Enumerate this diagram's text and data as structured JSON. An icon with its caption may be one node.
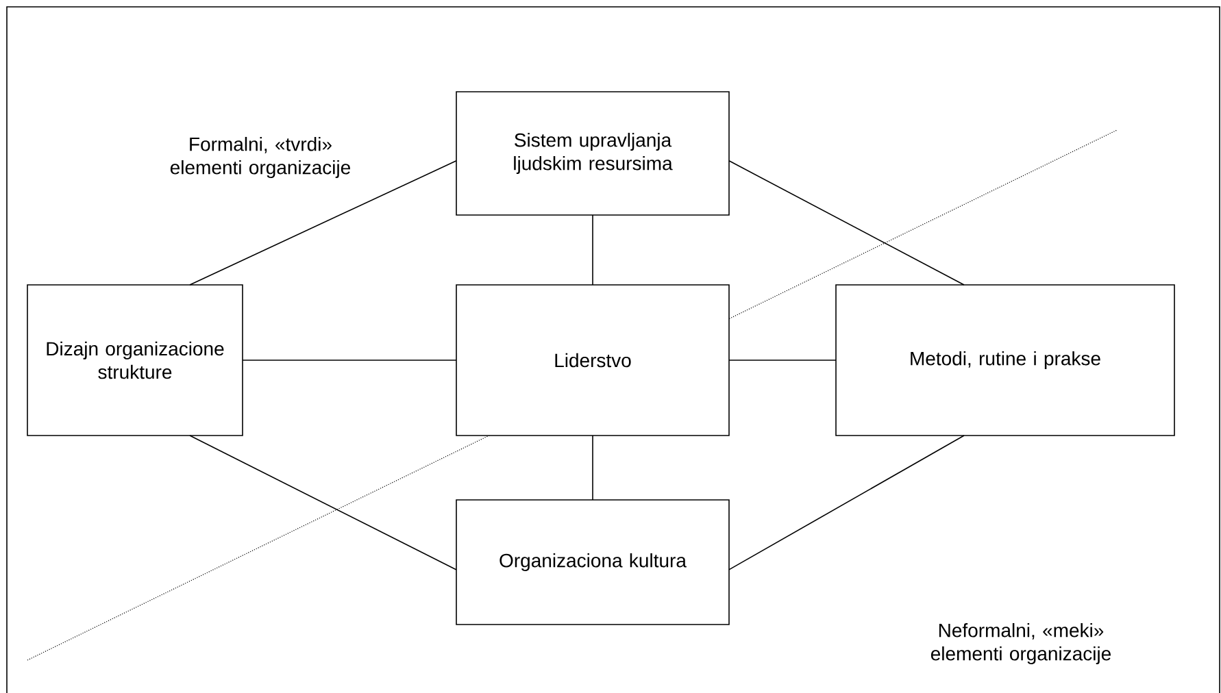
{
  "diagram": {
    "nodes": [
      {
        "text": [
          "Sistem upravljanja ljudskim resursima"
        ]
      },
      {
        "text": [
          "Dizajn organizacione strukture"
        ]
      },
      {
        "text": [
          "Liderstvo"
        ]
      },
      {
        "text": [
          "Metodi, rutine i prakse"
        ]
      },
      {
        "text": [
          "Organizaciona kultura"
        ]
      }
    ],
    "edges": [
      {
        "from": 0,
        "to": 1,
        "arrow": "none"
      },
      {
        "from": 0,
        "to": 3,
        "arrow": "none"
      },
      {
        "from": 0,
        "to": 2,
        "arrow": "none"
      },
      {
        "from": 1,
        "to": 2,
        "arrow": "none"
      },
      {
        "from": 2,
        "to": 3,
        "arrow": "none"
      },
      {
        "from": 2,
        "to": 4,
        "arrow": "none"
      },
      {
        "from": 1,
        "to": 4,
        "arrow": "none"
      },
      {
        "from": 3,
        "to": 4,
        "arrow": "none"
      }
    ],
    "labels": [
      "Formalni, «tvrdi» elementi organizacije",
      "Neformalni, «meki» elementi organizacije"
    ]
  }
}
